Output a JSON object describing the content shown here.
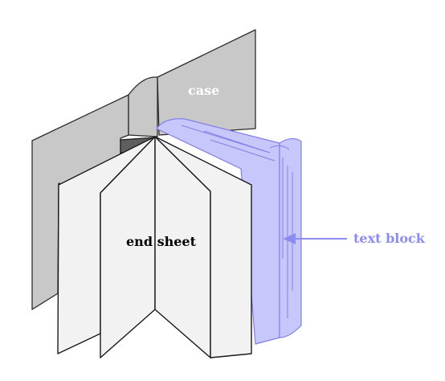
{
  "labels": {
    "case": "case",
    "end_sheet": "end sheet",
    "text_block": "text block"
  },
  "colors": {
    "case_fill": "#c8c8c8",
    "case_stroke": "#2b2b2b",
    "text_block_fill": "#c7c7fb",
    "text_block_stroke": "#8080e8",
    "end_sheet_fill": "#f2f2f2",
    "outline": "#1a1a1a",
    "arrow": "#8c8cf0",
    "case_label": "#ffffff",
    "end_sheet_label": "#000000",
    "text_block_label": "#8c8cf0"
  }
}
